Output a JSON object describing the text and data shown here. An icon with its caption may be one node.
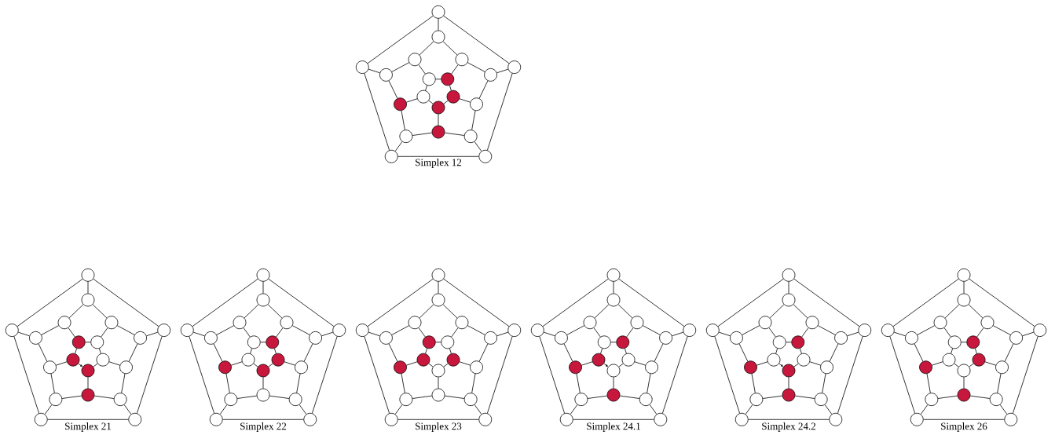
{
  "diagram": {
    "nodes": [
      {
        "text": [],
        "shape": "circle"
      },
      {
        "text": [],
        "shape": "circle"
      },
      {
        "text": [],
        "shape": "circle"
      },
      {
        "text": [],
        "shape": "circle"
      },
      {
        "text": [],
        "shape": "circle"
      },
      {
        "text": [],
        "shape": "circle"
      },
      {
        "text": [],
        "shape": "circle"
      },
      {
        "text": [],
        "shape": "circle"
      },
      {
        "text": [],
        "shape": "circle"
      },
      {
        "text": [],
        "shape": "circle"
      },
      {
        "text": [],
        "shape": "circle"
      },
      {
        "text": [],
        "shape": "circle"
      },
      {
        "text": [],
        "shape": "dot"
      },
      {
        "text": [],
        "shape": "dot"
      },
      {
        "text": [],
        "shape": "circle"
      },
      {
        "text": [],
        "shape": "dot"
      },
      {
        "text": [],
        "shape": "dot"
      },
      {
        "text": [],
        "shape": "dot"
      },
      {
        "text": [],
        "shape": "circle"
      },
      {
        "text": [],
        "shape": "circle"
      },
      {
        "text": [],
        "shape": "circle"
      },
      {
        "text": [],
        "shape": "circle"
      },
      {
        "text": [],
        "shape": "circle"
      },
      {
        "text": [],
        "shape": "circle"
      },
      {
        "text": [],
        "shape": "circle"
      },
      {
        "text": [],
        "shape": "circle"
      },
      {
        "text": [],
        "shape": "circle"
      },
      {
        "text": [],
        "shape": "circle"
      },
      {
        "text": [],
        "shape": "circle"
      },
      {
        "text": [],
        "shape": "circle"
      },
      {
        "text": [],
        "shape": "circle"
      },
      {
        "text": [],
        "shape": "circle"
      },
      {
        "text": [],
        "shape": "dot"
      },
      {
        "text": [],
        "shape": "circle"
      },
      {
        "text": [],
        "shape": "circle"
      },
      {
        "text": [],
        "shape": "circle"
      },
      {
        "text": [],
        "shape": "circle"
      },
      {
        "text": [],
        "shape": "dot"
      },
      {
        "text": [],
        "shape": "dot"
      },
      {
        "text": [],
        "shape": "dot"
      },
      {
        "text": [],
        "shape": "circle"
      },
      {
        "text": [],
        "shape": "circle"
      },
      {
        "text": [],
        "shape": "circle"
      },
      {
        "text": [],
        "shape": "circle"
      },
      {
        "text": [],
        "shape": "circle"
      },
      {
        "text": [],
        "shape": "circle"
      },
      {
        "text": [],
        "shape": "circle"
      },
      {
        "text": [],
        "shape": "circle"
      },
      {
        "text": [],
        "shape": "circle"
      },
      {
        "text": [],
        "shape": "circle"
      },
      {
        "text": [],
        "shape": "circle"
      },
      {
        "text": [],
        "shape": "circle"
      },
      {
        "text": [],
        "shape": "circle"
      },
      {
        "text": [],
        "shape": "dot"
      },
      {
        "text": [],
        "shape": "circle"
      },
      {
        "text": [],
        "shape": "dot"
      },
      {
        "text": [],
        "shape": "dot"
      },
      {
        "text": [],
        "shape": "dot"
      },
      {
        "text": [],
        "shape": "circle"
      },
      {
        "text": [],
        "shape": "circle"
      },
      {
        "text": [],
        "shape": "circle"
      },
      {
        "text": [],
        "shape": "circle"
      },
      {
        "text": [],
        "shape": "circle"
      },
      {
        "text": [],
        "shape": "circle"
      },
      {
        "text": [],
        "shape": "circle"
      },
      {
        "text": [],
        "shape": "circle"
      },
      {
        "text": [],
        "shape": "circle"
      },
      {
        "text": [],
        "shape": "circle"
      },
      {
        "text": [],
        "shape": "circle"
      },
      {
        "text": [],
        "shape": "circle"
      },
      {
        "text": [],
        "shape": "circle"
      },
      {
        "text": [],
        "shape": "circle"
      },
      {
        "text": [],
        "shape": "circle"
      },
      {
        "text": [],
        "shape": "dot"
      },
      {
        "text": [],
        "shape": "circle"
      },
      {
        "text": [],
        "shape": "circle"
      },
      {
        "text": [],
        "shape": "dot"
      },
      {
        "text": [],
        "shape": "circle"
      },
      {
        "text": [],
        "shape": "dot"
      },
      {
        "text": [],
        "shape": "dot"
      },
      {
        "text": [],
        "shape": "circle"
      },
      {
        "text": [],
        "shape": "circle"
      },
      {
        "text": [],
        "shape": "circle"
      },
      {
        "text": [],
        "shape": "circle"
      },
      {
        "text": [],
        "shape": "circle"
      },
      {
        "text": [],
        "shape": "circle"
      },
      {
        "text": [],
        "shape": "circle"
      },
      {
        "text": [],
        "shape": "circle"
      },
      {
        "text": [],
        "shape": "circle"
      },
      {
        "text": [],
        "shape": "circle"
      },
      {
        "text": [],
        "shape": "circle"
      },
      {
        "text": [],
        "shape": "circle"
      },
      {
        "text": [],
        "shape": "dot"
      },
      {
        "text": [],
        "shape": "dot"
      },
      {
        "text": [],
        "shape": "circle"
      },
      {
        "text": [],
        "shape": "dot"
      },
      {
        "text": [],
        "shape": "circle"
      },
      {
        "text": [],
        "shape": "circle"
      },
      {
        "text": [],
        "shape": "dot"
      },
      {
        "text": [],
        "shape": "circle"
      },
      {
        "text": [],
        "shape": "circle"
      },
      {
        "text": [],
        "shape": "circle"
      },
      {
        "text": [],
        "shape": "circle"
      },
      {
        "text": [],
        "shape": "circle"
      },
      {
        "text": [],
        "shape": "circle"
      },
      {
        "text": [],
        "shape": "circle"
      },
      {
        "text": [],
        "shape": "circle"
      },
      {
        "text": [],
        "shape": "circle"
      },
      {
        "text": [],
        "shape": "circle"
      },
      {
        "text": [],
        "shape": "circle"
      },
      {
        "text": [],
        "shape": "circle"
      },
      {
        "text": [],
        "shape": "circle"
      },
      {
        "text": [],
        "shape": "dot"
      },
      {
        "text": [],
        "shape": "dot"
      },
      {
        "text": [],
        "shape": "circle"
      },
      {
        "text": [],
        "shape": "dot"
      },
      {
        "text": [],
        "shape": "circle"
      },
      {
        "text": [],
        "shape": "dot"
      },
      {
        "text": [],
        "shape": "circle"
      },
      {
        "text": [],
        "shape": "circle"
      },
      {
        "text": [],
        "shape": "circle"
      },
      {
        "text": [],
        "shape": "circle"
      },
      {
        "text": [],
        "shape": "circle"
      },
      {
        "text": [],
        "shape": "circle"
      },
      {
        "text": [],
        "shape": "circle"
      },
      {
        "text": [],
        "shape": "circle"
      },
      {
        "text": [],
        "shape": "circle"
      },
      {
        "text": [],
        "shape": "circle"
      },
      {
        "text": [],
        "shape": "circle"
      },
      {
        "text": [],
        "shape": "circle"
      },
      {
        "text": [],
        "shape": "circle"
      },
      {
        "text": [],
        "shape": "circle"
      },
      {
        "text": [],
        "shape": "dot"
      },
      {
        "text": [],
        "shape": "dot"
      },
      {
        "text": [],
        "shape": "circle"
      },
      {
        "text": [],
        "shape": "dot"
      },
      {
        "text": [],
        "shape": "dot"
      },
      {
        "text": [],
        "shape": "circle"
      },
      {
        "text": [],
        "shape": "circle"
      },
      {
        "text": [],
        "shape": "circle"
      }
    ],
    "edges": [
      {
        "from": 0,
        "to": 1,
        "arrow": "none"
      },
      {
        "from": 1,
        "to": 2,
        "arrow": "none"
      },
      {
        "from": 2,
        "to": 3,
        "arrow": "none"
      },
      {
        "from": 3,
        "to": 4,
        "arrow": "none"
      },
      {
        "from": 4,
        "to": 0,
        "arrow": "none"
      },
      {
        "from": 0,
        "to": 5,
        "arrow": "none"
      },
      {
        "from": 1,
        "to": 6,
        "arrow": "none"
      },
      {
        "from": 2,
        "to": 7,
        "arrow": "none"
      },
      {
        "from": 3,
        "to": 8,
        "arrow": "none"
      },
      {
        "from": 4,
        "to": 9,
        "arrow": "none"
      },
      {
        "from": 5,
        "to": 10,
        "arrow": "none"
      },
      {
        "from": 6,
        "to": 11,
        "arrow": "none"
      },
      {
        "from": 7,
        "to": 12,
        "arrow": "none"
      },
      {
        "from": 8,
        "to": 13,
        "arrow": "none"
      },
      {
        "from": 9,
        "to": 14,
        "arrow": "none"
      },
      {
        "from": 10,
        "to": 6,
        "arrow": "none"
      },
      {
        "from": 11,
        "to": 7,
        "arrow": "none"
      },
      {
        "from": 12,
        "to": 8,
        "arrow": "none"
      },
      {
        "from": 13,
        "to": 9,
        "arrow": "none"
      },
      {
        "from": 14,
        "to": 5,
        "arrow": "none"
      },
      {
        "from": 10,
        "to": 15,
        "arrow": "none"
      },
      {
        "from": 11,
        "to": 16,
        "arrow": "none"
      },
      {
        "from": 12,
        "to": 17,
        "arrow": "none"
      },
      {
        "from": 13,
        "to": 18,
        "arrow": "none"
      },
      {
        "from": 14,
        "to": 19,
        "arrow": "none"
      },
      {
        "from": 15,
        "to": 16,
        "arrow": "none"
      },
      {
        "from": 16,
        "to": 17,
        "arrow": "none"
      },
      {
        "from": 17,
        "to": 18,
        "arrow": "none"
      },
      {
        "from": 18,
        "to": 19,
        "arrow": "none"
      },
      {
        "from": 19,
        "to": 15,
        "arrow": "none"
      },
      {
        "from": 20,
        "to": 21,
        "arrow": "none"
      },
      {
        "from": 21,
        "to": 22,
        "arrow": "none"
      },
      {
        "from": 22,
        "to": 23,
        "arrow": "none"
      },
      {
        "from": 23,
        "to": 24,
        "arrow": "none"
      },
      {
        "from": 24,
        "to": 20,
        "arrow": "none"
      },
      {
        "from": 20,
        "to": 25,
        "arrow": "none"
      },
      {
        "from": 21,
        "to": 26,
        "arrow": "none"
      },
      {
        "from": 22,
        "to": 27,
        "arrow": "none"
      },
      {
        "from": 23,
        "to": 28,
        "arrow": "none"
      },
      {
        "from": 24,
        "to": 29,
        "arrow": "none"
      },
      {
        "from": 25,
        "to": 30,
        "arrow": "none"
      },
      {
        "from": 26,
        "to": 31,
        "arrow": "none"
      },
      {
        "from": 27,
        "to": 32,
        "arrow": "none"
      },
      {
        "from": 28,
        "to": 33,
        "arrow": "none"
      },
      {
        "from": 29,
        "to": 34,
        "arrow": "none"
      },
      {
        "from": 30,
        "to": 26,
        "arrow": "none"
      },
      {
        "from": 31,
        "to": 27,
        "arrow": "none"
      },
      {
        "from": 32,
        "to": 28,
        "arrow": "none"
      },
      {
        "from": 33,
        "to": 29,
        "arrow": "none"
      },
      {
        "from": 34,
        "to": 25,
        "arrow": "none"
      },
      {
        "from": 30,
        "to": 35,
        "arrow": "none"
      },
      {
        "from": 31,
        "to": 36,
        "arrow": "none"
      },
      {
        "from": 32,
        "to": 37,
        "arrow": "none"
      },
      {
        "from": 33,
        "to": 38,
        "arrow": "none"
      },
      {
        "from": 34,
        "to": 39,
        "arrow": "none"
      },
      {
        "from": 35,
        "to": 36,
        "arrow": "none"
      },
      {
        "from": 36,
        "to": 37,
        "arrow": "none"
      },
      {
        "from": 38,
        "to": 37,
        "arrow": "to"
      },
      {
        "from": 38,
        "to": 39,
        "arrow": "none"
      },
      {
        "from": 39,
        "to": 35,
        "arrow": "none"
      },
      {
        "from": 40,
        "to": 41,
        "arrow": "none"
      },
      {
        "from": 41,
        "to": 42,
        "arrow": "none"
      },
      {
        "from": 42,
        "to": 43,
        "arrow": "none"
      },
      {
        "from": 43,
        "to": 44,
        "arrow": "none"
      },
      {
        "from": 44,
        "to": 40,
        "arrow": "none"
      },
      {
        "from": 40,
        "to": 45,
        "arrow": "none"
      },
      {
        "from": 41,
        "to": 46,
        "arrow": "none"
      },
      {
        "from": 42,
        "to": 47,
        "arrow": "none"
      },
      {
        "from": 43,
        "to": 48,
        "arrow": "none"
      },
      {
        "from": 44,
        "to": 49,
        "arrow": "none"
      },
      {
        "from": 45,
        "to": 50,
        "arrow": "none"
      },
      {
        "from": 46,
        "to": 51,
        "arrow": "none"
      },
      {
        "from": 47,
        "to": 52,
        "arrow": "none"
      },
      {
        "from": 48,
        "to": 53,
        "arrow": "none"
      },
      {
        "from": 49,
        "to": 54,
        "arrow": "none"
      },
      {
        "from": 50,
        "to": 46,
        "arrow": "none"
      },
      {
        "from": 51,
        "to": 47,
        "arrow": "none"
      },
      {
        "from": 52,
        "to": 48,
        "arrow": "none"
      },
      {
        "from": 53,
        "to": 49,
        "arrow": "none"
      },
      {
        "from": 54,
        "to": 45,
        "arrow": "none"
      },
      {
        "from": 50,
        "to": 55,
        "arrow": "none"
      },
      {
        "from": 51,
        "to": 56,
        "arrow": "none"
      },
      {
        "from": 52,
        "to": 57,
        "arrow": "none"
      },
      {
        "from": 53,
        "to": 58,
        "arrow": "none"
      },
      {
        "from": 54,
        "to": 59,
        "arrow": "none"
      },
      {
        "from": 55,
        "to": 56,
        "arrow": "none"
      },
      {
        "from": 56,
        "to": 57,
        "arrow": "none"
      },
      {
        "from": 57,
        "to": 58,
        "arrow": "none"
      },
      {
        "from": 58,
        "to": 59,
        "arrow": "none"
      },
      {
        "from": 59,
        "to": 55,
        "arrow": "none"
      },
      {
        "from": 60,
        "to": 61,
        "arrow": "none"
      },
      {
        "from": 61,
        "to": 62,
        "arrow": "none"
      },
      {
        "from": 62,
        "to": 63,
        "arrow": "none"
      },
      {
        "from": 63,
        "to": 64,
        "arrow": "none"
      },
      {
        "from": 64,
        "to": 60,
        "arrow": "none"
      },
      {
        "from": 60,
        "to": 65,
        "arrow": "none"
      },
      {
        "from": 61,
        "to": 66,
        "arrow": "none"
      },
      {
        "from": 62,
        "to": 67,
        "arrow": "none"
      },
      {
        "from": 63,
        "to": 68,
        "arrow": "none"
      },
      {
        "from": 64,
        "to": 69,
        "arrow": "none"
      },
      {
        "from": 65,
        "to": 70,
        "arrow": "none"
      },
      {
        "from": 66,
        "to": 71,
        "arrow": "none"
      },
      {
        "from": 67,
        "to": 72,
        "arrow": "none"
      },
      {
        "from": 68,
        "to": 73,
        "arrow": "none"
      },
      {
        "from": 69,
        "to": 74,
        "arrow": "none"
      },
      {
        "from": 70,
        "to": 66,
        "arrow": "none"
      },
      {
        "from": 71,
        "to": 67,
        "arrow": "none"
      },
      {
        "from": 72,
        "to": 68,
        "arrow": "none"
      },
      {
        "from": 73,
        "to": 69,
        "arrow": "none"
      },
      {
        "from": 74,
        "to": 65,
        "arrow": "none"
      },
      {
        "from": 70,
        "to": 75,
        "arrow": "none"
      },
      {
        "from": 71,
        "to": 76,
        "arrow": "none"
      },
      {
        "from": 72,
        "to": 77,
        "arrow": "none"
      },
      {
        "from": 73,
        "to": 78,
        "arrow": "none"
      },
      {
        "from": 74,
        "to": 79,
        "arrow": "none"
      },
      {
        "from": 75,
        "to": 76,
        "arrow": "none"
      },
      {
        "from": 76,
        "to": 77,
        "arrow": "none"
      },
      {
        "from": 77,
        "to": 78,
        "arrow": "none"
      },
      {
        "from": 78,
        "to": 79,
        "arrow": "none"
      },
      {
        "from": 79,
        "to": 75,
        "arrow": "none"
      },
      {
        "from": 80,
        "to": 81,
        "arrow": "none"
      },
      {
        "from": 81,
        "to": 82,
        "arrow": "none"
      },
      {
        "from": 82,
        "to": 83,
        "arrow": "none"
      },
      {
        "from": 83,
        "to": 84,
        "arrow": "none"
      },
      {
        "from": 84,
        "to": 80,
        "arrow": "none"
      },
      {
        "from": 80,
        "to": 85,
        "arrow": "none"
      },
      {
        "from": 81,
        "to": 86,
        "arrow": "none"
      },
      {
        "from": 82,
        "to": 87,
        "arrow": "none"
      },
      {
        "from": 83,
        "to": 88,
        "arrow": "none"
      },
      {
        "from": 84,
        "to": 89,
        "arrow": "none"
      },
      {
        "from": 85,
        "to": 90,
        "arrow": "none"
      },
      {
        "from": 86,
        "to": 91,
        "arrow": "none"
      },
      {
        "from": 87,
        "to": 92,
        "arrow": "none"
      },
      {
        "from": 88,
        "to": 93,
        "arrow": "none"
      },
      {
        "from": 89,
        "to": 94,
        "arrow": "none"
      },
      {
        "from": 90,
        "to": 86,
        "arrow": "none"
      },
      {
        "from": 91,
        "to": 87,
        "arrow": "none"
      },
      {
        "from": 92,
        "to": 88,
        "arrow": "none"
      },
      {
        "from": 93,
        "to": 89,
        "arrow": "none"
      },
      {
        "from": 94,
        "to": 85,
        "arrow": "none"
      },
      {
        "from": 90,
        "to": 95,
        "arrow": "none"
      },
      {
        "from": 91,
        "to": 96,
        "arrow": "none"
      },
      {
        "from": 92,
        "to": 97,
        "arrow": "none"
      },
      {
        "from": 93,
        "to": 98,
        "arrow": "none"
      },
      {
        "from": 94,
        "to": 99,
        "arrow": "none"
      },
      {
        "from": 95,
        "to": 96,
        "arrow": "none"
      },
      {
        "from": 96,
        "to": 97,
        "arrow": "none"
      },
      {
        "from": 98,
        "to": 97,
        "arrow": "to"
      },
      {
        "from": 98,
        "to": 99,
        "arrow": "none"
      },
      {
        "from": 99,
        "to": 95,
        "arrow": "none"
      },
      {
        "from": 100,
        "to": 101,
        "arrow": "none"
      },
      {
        "from": 101,
        "to": 102,
        "arrow": "none"
      },
      {
        "from": 102,
        "to": 103,
        "arrow": "none"
      },
      {
        "from": 103,
        "to": 104,
        "arrow": "none"
      },
      {
        "from": 104,
        "to": 100,
        "arrow": "none"
      },
      {
        "from": 100,
        "to": 105,
        "arrow": "none"
      },
      {
        "from": 101,
        "to": 106,
        "arrow": "none"
      },
      {
        "from": 102,
        "to": 107,
        "arrow": "none"
      },
      {
        "from": 103,
        "to": 108,
        "arrow": "none"
      },
      {
        "from": 104,
        "to": 109,
        "arrow": "none"
      },
      {
        "from": 105,
        "to": 110,
        "arrow": "none"
      },
      {
        "from": 106,
        "to": 111,
        "arrow": "none"
      },
      {
        "from": 107,
        "to": 112,
        "arrow": "none"
      },
      {
        "from": 108,
        "to": 113,
        "arrow": "none"
      },
      {
        "from": 109,
        "to": 114,
        "arrow": "none"
      },
      {
        "from": 110,
        "to": 106,
        "arrow": "none"
      },
      {
        "from": 111,
        "to": 107,
        "arrow": "none"
      },
      {
        "from": 112,
        "to": 108,
        "arrow": "none"
      },
      {
        "from": 113,
        "to": 109,
        "arrow": "none"
      },
      {
        "from": 114,
        "to": 105,
        "arrow": "none"
      },
      {
        "from": 110,
        "to": 115,
        "arrow": "none"
      },
      {
        "from": 111,
        "to": 116,
        "arrow": "none"
      },
      {
        "from": 112,
        "to": 117,
        "arrow": "none"
      },
      {
        "from": 113,
        "to": 118,
        "arrow": "none"
      },
      {
        "from": 114,
        "to": 119,
        "arrow": "none"
      },
      {
        "from": 115,
        "to": 116,
        "arrow": "none"
      },
      {
        "from": 116,
        "to": 117,
        "arrow": "none"
      },
      {
        "from": 118,
        "to": 117,
        "arrow": "to"
      },
      {
        "from": 118,
        "to": 119,
        "arrow": "none"
      },
      {
        "from": 119,
        "to": 115,
        "arrow": "none"
      },
      {
        "from": 120,
        "to": 121,
        "arrow": "none"
      },
      {
        "from": 121,
        "to": 122,
        "arrow": "none"
      },
      {
        "from": 122,
        "to": 123,
        "arrow": "none"
      },
      {
        "from": 123,
        "to": 124,
        "arrow": "none"
      },
      {
        "from": 124,
        "to": 120,
        "arrow": "none"
      },
      {
        "from": 120,
        "to": 125,
        "arrow": "none"
      },
      {
        "from": 121,
        "to": 126,
        "arrow": "none"
      },
      {
        "from": 122,
        "to": 127,
        "arrow": "none"
      },
      {
        "from": 123,
        "to": 128,
        "arrow": "none"
      },
      {
        "from": 124,
        "to": 129,
        "arrow": "none"
      },
      {
        "from": 125,
        "to": 130,
        "arrow": "none"
      },
      {
        "from": 126,
        "to": 131,
        "arrow": "none"
      },
      {
        "from": 127,
        "to": 132,
        "arrow": "none"
      },
      {
        "from": 128,
        "to": 133,
        "arrow": "none"
      },
      {
        "from": 129,
        "to": 134,
        "arrow": "none"
      },
      {
        "from": 130,
        "to": 126,
        "arrow": "none"
      },
      {
        "from": 131,
        "to": 127,
        "arrow": "none"
      },
      {
        "from": 132,
        "to": 128,
        "arrow": "none"
      },
      {
        "from": 133,
        "to": 129,
        "arrow": "none"
      },
      {
        "from": 134,
        "to": 125,
        "arrow": "none"
      },
      {
        "from": 130,
        "to": 135,
        "arrow": "none"
      },
      {
        "from": 131,
        "to": 136,
        "arrow": "none"
      },
      {
        "from": 132,
        "to": 137,
        "arrow": "none"
      },
      {
        "from": 133,
        "to": 138,
        "arrow": "none"
      },
      {
        "from": 134,
        "to": 139,
        "arrow": "none"
      },
      {
        "from": 135,
        "to": 136,
        "arrow": "none"
      },
      {
        "from": 136,
        "to": 137,
        "arrow": "none"
      },
      {
        "from": 137,
        "to": 138,
        "arrow": "none"
      },
      {
        "from": 138,
        "to": 139,
        "arrow": "none"
      },
      {
        "from": 139,
        "to": 135,
        "arrow": "none"
      }
    ],
    "labels": [
      "Simplex 12",
      "Simplex 21",
      "Simplex 22",
      "Simplex 23",
      "Simplex 24.1",
      "Simplex 24.2",
      "Simplex 26"
    ]
  }
}
